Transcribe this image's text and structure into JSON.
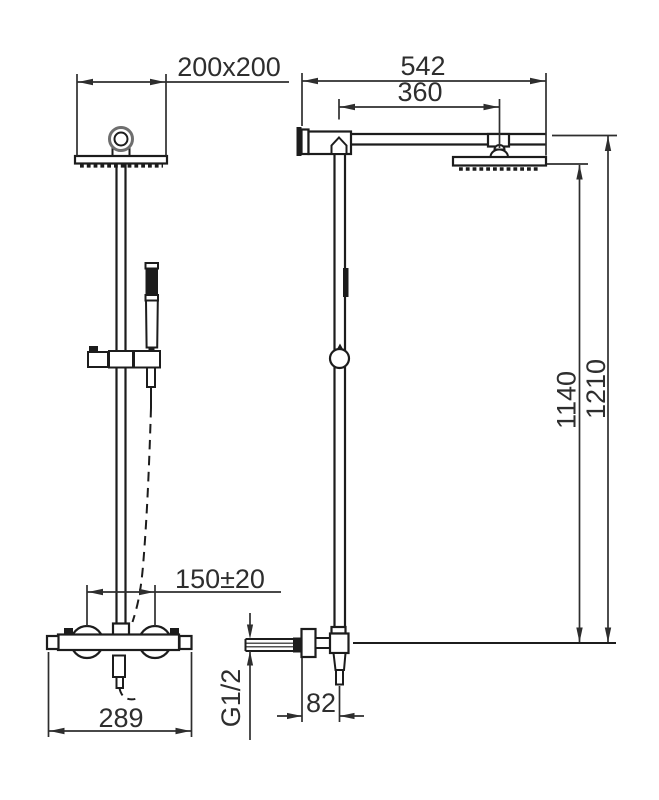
{
  "meta": {
    "type": "technical-dimension-drawing",
    "subject": "thermostatic shower column with overhead rain shower and hand shower",
    "views": [
      "front-view",
      "side-view"
    ]
  },
  "colors": {
    "background": "#ffffff",
    "line": "#1c1c1c",
    "text": "#2e2e2e"
  },
  "dims": {
    "head_size": "200x200",
    "inlet_spacing": "150±20",
    "mixer_width": "289",
    "arm_total": "542",
    "arm_reach": "360",
    "height_to_head": "1140",
    "height_total": "1210",
    "outlet_offset": "82",
    "thread": "G1/2"
  }
}
